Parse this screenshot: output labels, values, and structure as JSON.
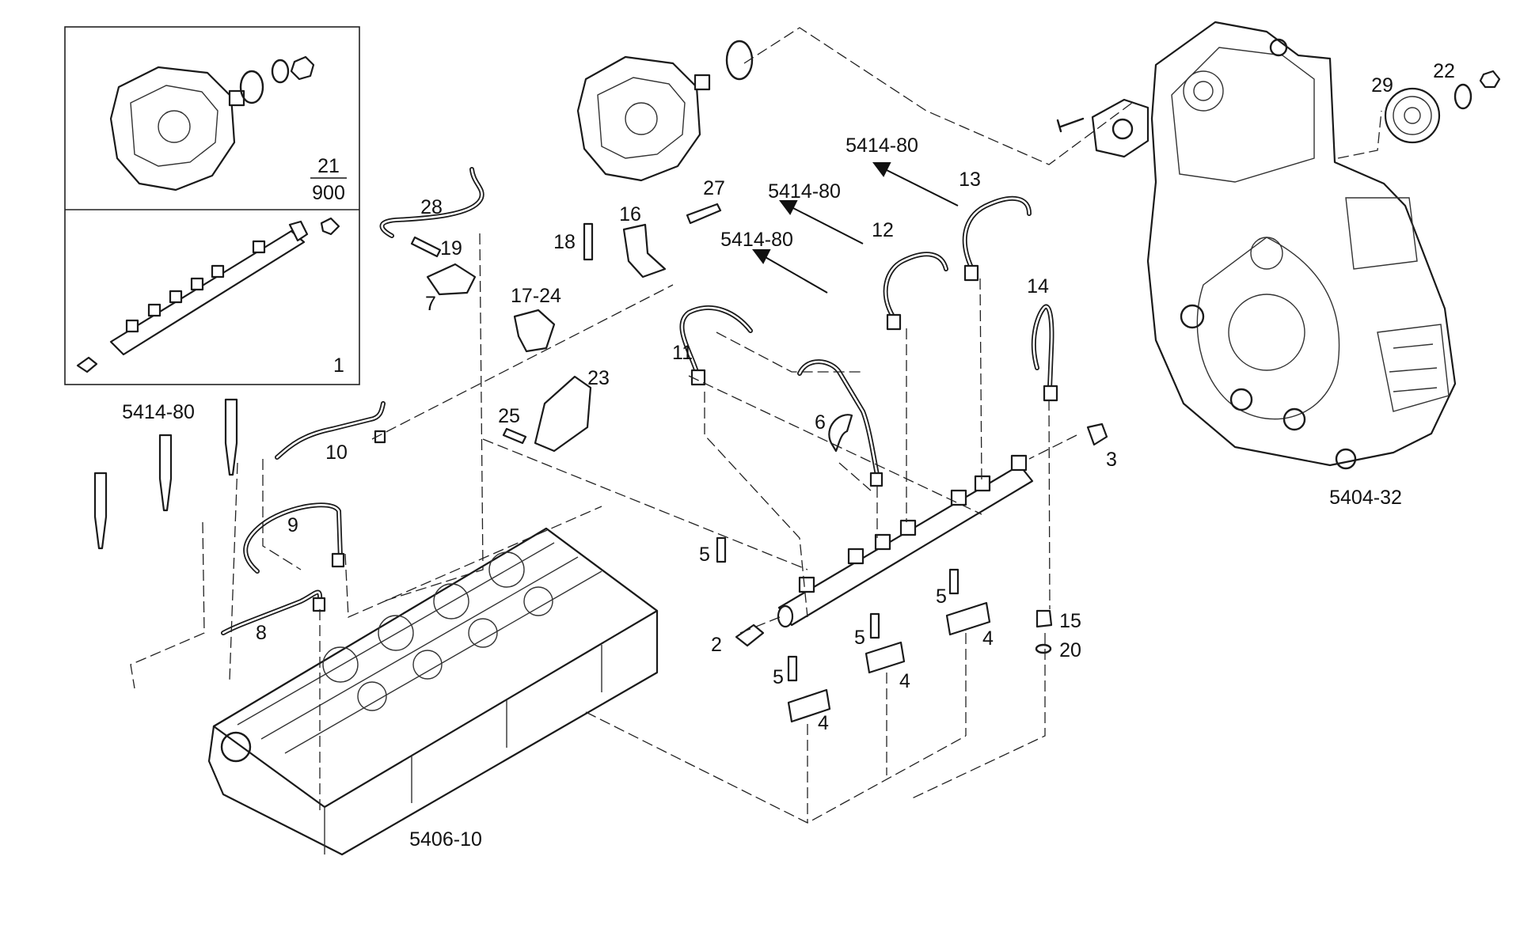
{
  "figure": {
    "inset_labels": {
      "pump_num": "21",
      "pump_den": "900",
      "rail": "1"
    },
    "group_refs": {
      "cover": "5404-32",
      "head": "5406-10",
      "lines_a": "5414-80",
      "lines_b": "5414-80",
      "lines_c": "5414-80",
      "lines_d": "5414-80"
    },
    "callouts": {
      "p2": "2",
      "p3": "3",
      "p4a": "4",
      "p4b": "4",
      "p4c": "4",
      "p5a": "5",
      "p5b": "5",
      "p5c": "5",
      "p5d": "5",
      "p6": "6",
      "p7": "7",
      "p8": "8",
      "p9": "9",
      "p10": "10",
      "p11": "11",
      "p12": "12",
      "p13": "13",
      "p14": "14",
      "p15": "15",
      "p16": "16",
      "p17": "17-24",
      "p18": "18",
      "p19": "19",
      "p20": "20",
      "p22": "22",
      "p23": "23",
      "p25": "25",
      "p27": "27",
      "p28": "28",
      "p29": "29"
    }
  }
}
